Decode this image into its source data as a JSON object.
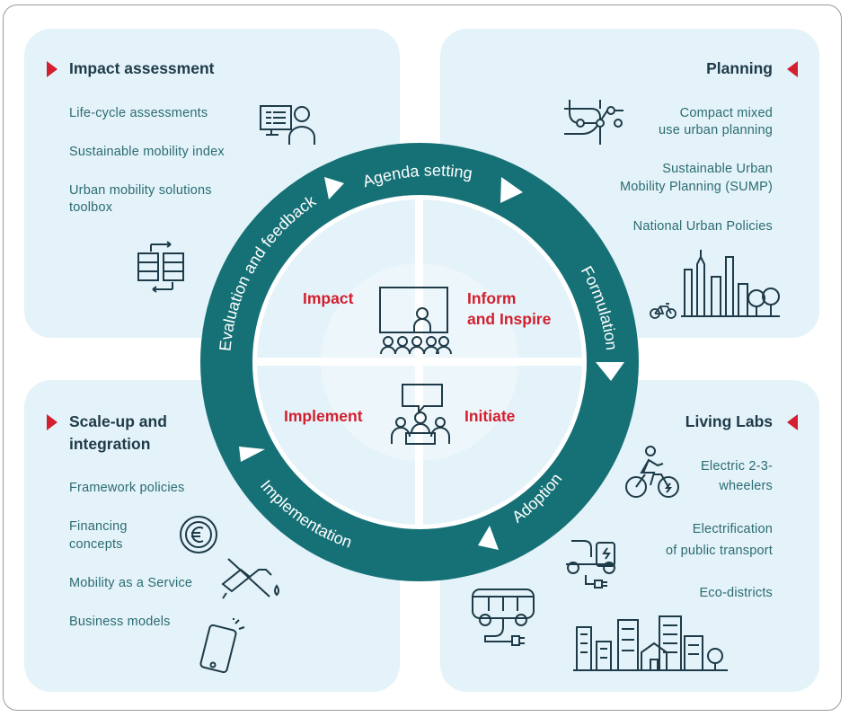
{
  "panels": {
    "impact_assessment": {
      "title": "Impact assessment",
      "items": [
        "Life-cycle assessments",
        "Sustainable mobility index",
        "Urban mobility solutions",
        "toolbox"
      ]
    },
    "planning": {
      "title": "Planning",
      "items": [
        "Compact mixed",
        "use urban planning",
        "Sustainable Urban",
        "Mobility Planning (SUMP)",
        "National Urban Policies"
      ]
    },
    "scale_up": {
      "title_line1": "Scale-up and",
      "title_line2": "integration",
      "items": [
        "Framework policies",
        "Financing",
        "concepts",
        "Mobility as a Service",
        "Business models"
      ]
    },
    "living_labs": {
      "title": "Living Labs",
      "items": [
        "Electric 2-3-",
        "wheelers",
        "Electrification",
        "of public transport",
        "Eco-districts"
      ]
    }
  },
  "cycle": {
    "stages": [
      "Agenda setting",
      "Formulation",
      "Adoption",
      "Implementation",
      "Evaluation and feedback"
    ]
  },
  "center": {
    "impact": "Impact",
    "inform_line1": "Inform",
    "inform_line2": "and Inspire",
    "implement": "Implement",
    "initiate": "Initiate"
  },
  "colors": {
    "ring": "#167176",
    "accent_red": "#d2202f",
    "panel_bg": "#e4f2f9",
    "heading": "#1d3b48",
    "item_text": "#2b6c72"
  },
  "icons": [
    "presenter-screen-icon",
    "meeting-chat-icon",
    "computer-user-icon",
    "server-sync-icon",
    "transit-map-icon",
    "city-skyline-icon",
    "bicycle-icon",
    "euro-coin-icon",
    "fuel-pump-crossed-icon",
    "smartphone-icon",
    "cyclist-icon",
    "electric-scooter-icon",
    "electric-bus-icon",
    "eco-district-icon"
  ]
}
